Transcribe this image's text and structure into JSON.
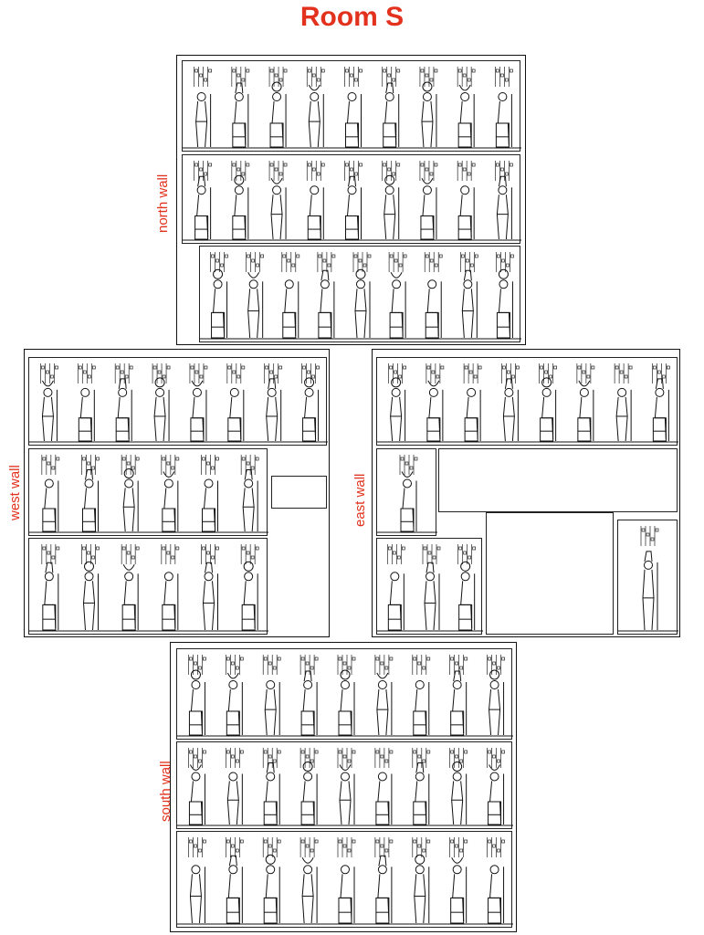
{
  "title": "Room S",
  "colors": {
    "accent": "#e2311d",
    "line": "#111111"
  },
  "walls": {
    "north": {
      "label": "north wall"
    },
    "west": {
      "label": "west wall"
    },
    "east": {
      "label": "east wall"
    },
    "south": {
      "label": "south wall"
    }
  }
}
